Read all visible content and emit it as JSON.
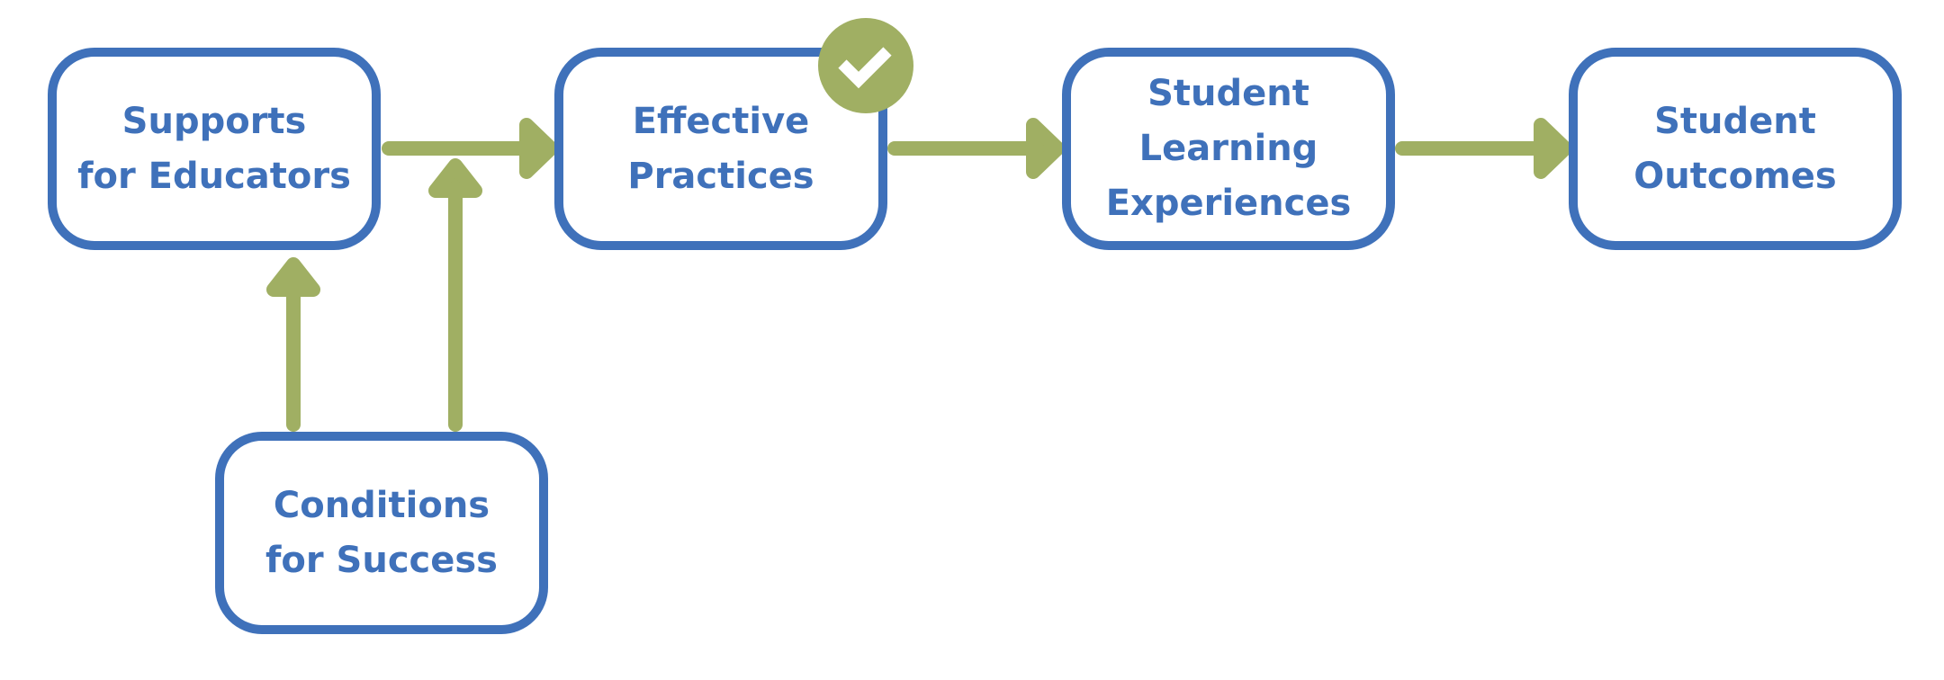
{
  "colors": {
    "box_border": "#3F71BA",
    "box_text": "#3F71BA",
    "arrow": "#A0AF63",
    "badge": "#A0AF63"
  },
  "nodes": {
    "supports": {
      "line1": "Supports",
      "line2": "for Educators"
    },
    "practices": {
      "line1": "Effective",
      "line2": "Practices"
    },
    "learning": {
      "line1": "Student",
      "line2": "Learning",
      "line3": "Experiences"
    },
    "outcomes": {
      "line1": "Student",
      "line2": "Outcomes"
    },
    "conditions": {
      "line1": "Conditions",
      "line2": "for Success"
    }
  },
  "badge": {
    "icon": "checkmark-icon"
  }
}
